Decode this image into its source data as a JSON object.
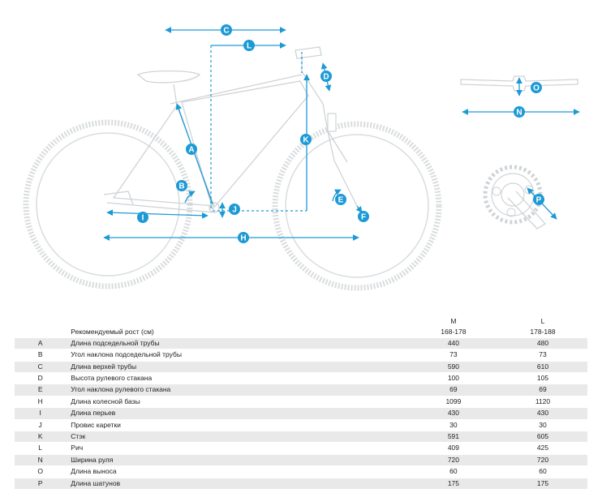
{
  "diagram": {
    "markers": [
      "A",
      "B",
      "C",
      "D",
      "E",
      "F",
      "H",
      "I",
      "J",
      "K",
      "L",
      "N",
      "O",
      "P"
    ]
  },
  "table": {
    "header_label": "Рекомендуемый рост (см)",
    "sizes": [
      {
        "name": "M",
        "range": "168-178"
      },
      {
        "name": "L",
        "range": "178-188"
      }
    ],
    "rows": [
      {
        "letter": "A",
        "name": "Длина подседельной трубы",
        "m": "440",
        "l": "480"
      },
      {
        "letter": "B",
        "name": "Угол наклона подседельной трубы",
        "m": "73",
        "l": "73"
      },
      {
        "letter": "C",
        "name": "Длина верхей трубы",
        "m": "590",
        "l": "610"
      },
      {
        "letter": "D",
        "name": "Высота рулевого стакана",
        "m": "100",
        "l": "105"
      },
      {
        "letter": "E",
        "name": "Угол наклона рулевого стакана",
        "m": "69",
        "l": "69"
      },
      {
        "letter": "H",
        "name": "Длина колесной базы",
        "m": "1099",
        "l": "1120"
      },
      {
        "letter": "I",
        "name": "Длина перьев",
        "m": "430",
        "l": "430"
      },
      {
        "letter": "J",
        "name": "Провис каретки",
        "m": "30",
        "l": "30"
      },
      {
        "letter": "K",
        "name": "Стэк",
        "m": "591",
        "l": "605"
      },
      {
        "letter": "L",
        "name": "Рич",
        "m": "409",
        "l": "425"
      },
      {
        "letter": "N",
        "name": "Ширина руля",
        "m": "720",
        "l": "720"
      },
      {
        "letter": "O",
        "name": "Длина выноса",
        "m": "60",
        "l": "60"
      },
      {
        "letter": "P",
        "name": "Длина шатунов",
        "m": "175",
        "l": "175"
      }
    ]
  }
}
